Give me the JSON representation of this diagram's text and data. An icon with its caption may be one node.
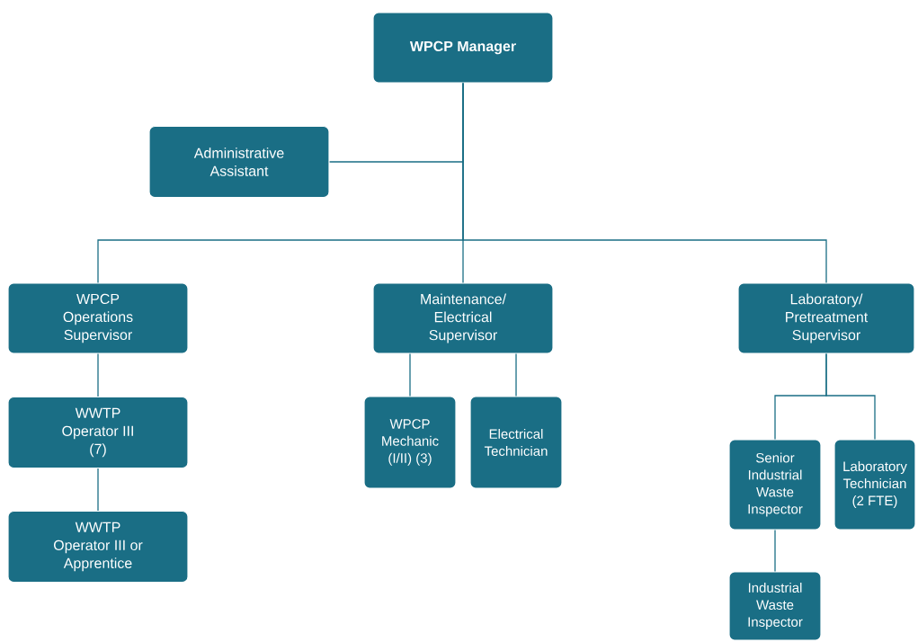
{
  "diagram": {
    "nodes": [
      {
        "text": [
          "WPCP Manager"
        ]
      },
      {
        "text": [
          "Administrative Assistant"
        ]
      },
      {
        "text": [
          "WPCP Operations Supervisor"
        ]
      },
      {
        "text": [
          "Maintenance/ Electrical Supervisor"
        ]
      },
      {
        "text": [
          "Laboratory/ Pretreatment Supervisor"
        ]
      },
      {
        "text": [
          "WWTP Operator III (7)"
        ]
      },
      {
        "text": [
          "WWTP Operator III or Apprentice"
        ]
      },
      {
        "text": [
          "WPCP Mechanic (I/II) (3)"
        ]
      },
      {
        "text": [
          "Electrical Technician"
        ]
      },
      {
        "text": [
          "Senior Industrial Waste Inspector"
        ]
      },
      {
        "text": [
          "Laboratory Technician (2 FTE)"
        ]
      },
      {
        "text": [
          "Industrial Waste Inspector"
        ]
      }
    ],
    "edges": [
      {
        "from": 0,
        "to": 1,
        "arrow": "none"
      },
      {
        "from": 0,
        "to": 2,
        "arrow": "none"
      },
      {
        "from": 0,
        "to": 3,
        "arrow": "none"
      },
      {
        "from": 0,
        "to": 4,
        "arrow": "none"
      },
      {
        "from": 2,
        "to": 5,
        "arrow": "none"
      },
      {
        "from": 5,
        "to": 6,
        "arrow": "none"
      },
      {
        "from": 3,
        "to": 7,
        "arrow": "none"
      },
      {
        "from": 3,
        "to": 8,
        "arrow": "none"
      },
      {
        "from": 4,
        "to": 9,
        "arrow": "none"
      },
      {
        "from": 4,
        "to": 10,
        "arrow": "none"
      },
      {
        "from": 9,
        "to": 11,
        "arrow": "none"
      }
    ]
  }
}
